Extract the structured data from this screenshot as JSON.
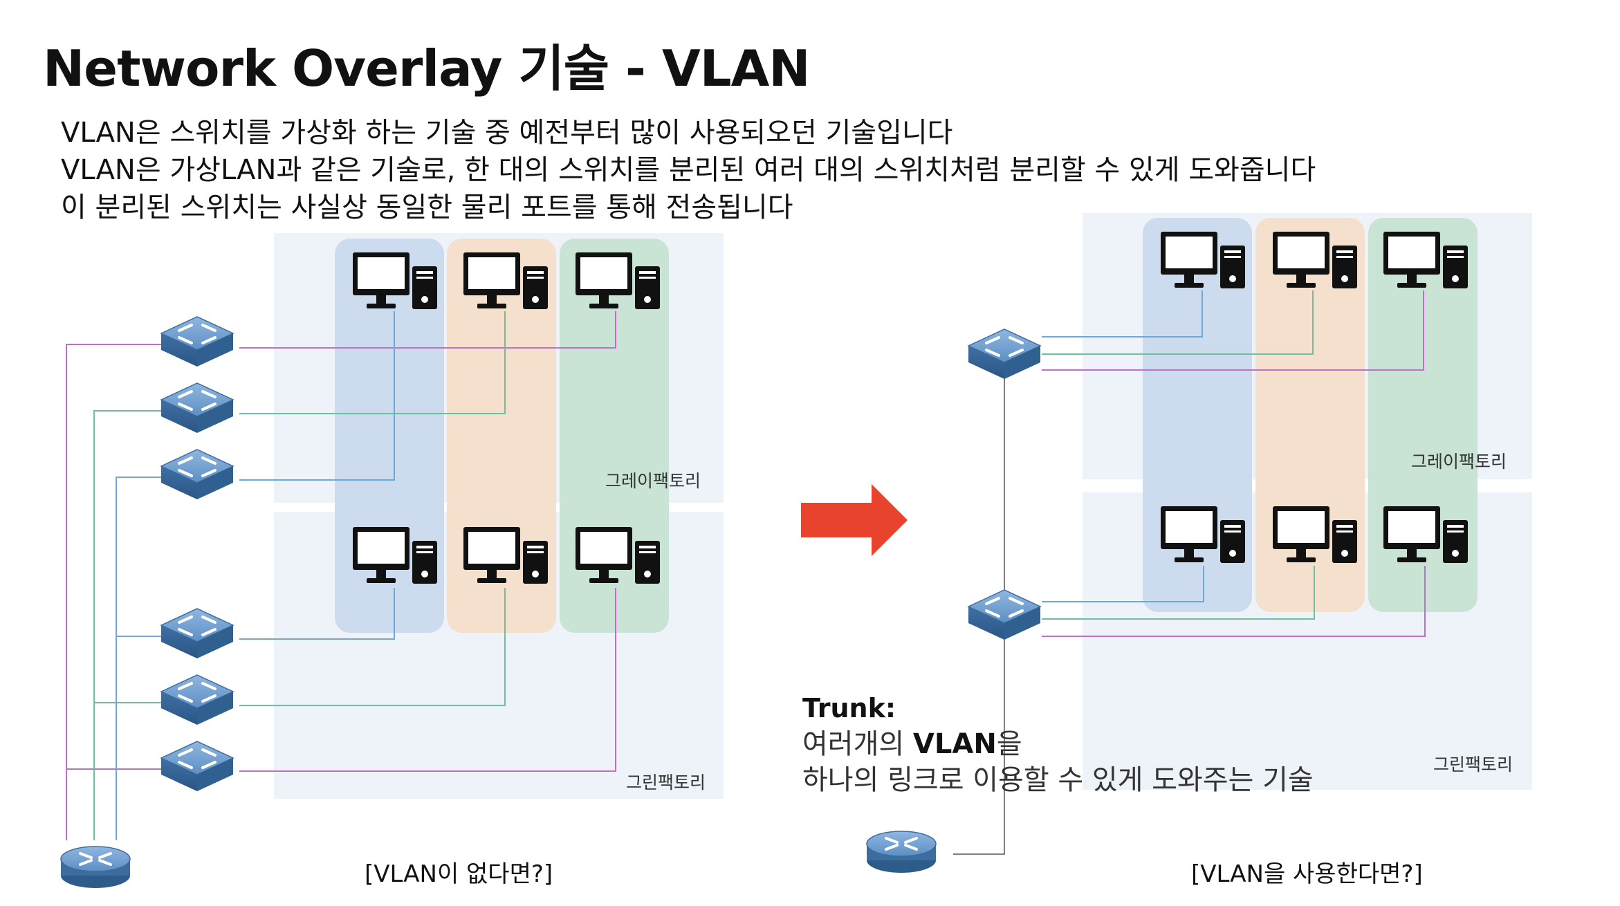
{
  "title": "Network Overlay 기술 - VLAN",
  "description": [
    "VLAN은 스위치를 가상화 하는 기술 중 예전부터 많이 사용되오던 기술입니다",
    "VLAN은 가상LAN과 같은 기술로, 한 대의 스위치를 분리된 여러 대의 스위치처럼 분리할 수 있게 도와줍니다",
    "이 분리된 스위치는 사실상 동일한 물리 포트를 통해 전송됩니다"
  ],
  "left_diagram": {
    "factory_top": "그레이팩토리",
    "factory_bottom": "그린팩토리",
    "caption": "[VLAN이 없다면?]"
  },
  "right_diagram": {
    "factory_top": "그레이팩토리",
    "factory_bottom": "그린팩토리",
    "caption": "[VLAN을 사용한다면?]"
  },
  "trunk": {
    "heading": "Trunk:",
    "line1_prefix": "여러개의 ",
    "line1_bold": "VLAN",
    "line1_suffix": "을",
    "line2": "하나의 링크로 이용할 수 있게 도와주는 기술"
  },
  "colors": {
    "vlan_blue": "#c9d9ec",
    "vlan_orange": "#f4ddca",
    "vlan_green": "#c6e3d3",
    "link_blue": "#6fa8d6",
    "link_green": "#6fbf9f",
    "link_purple": "#c06fc8",
    "arrow_red": "#e8432c",
    "switch_blue": "#4a7fb5",
    "factory_bg": "#eef3f9"
  },
  "icons": [
    "switch-icon",
    "router-icon",
    "desktop-computer-icon",
    "right-arrow-icon"
  ]
}
